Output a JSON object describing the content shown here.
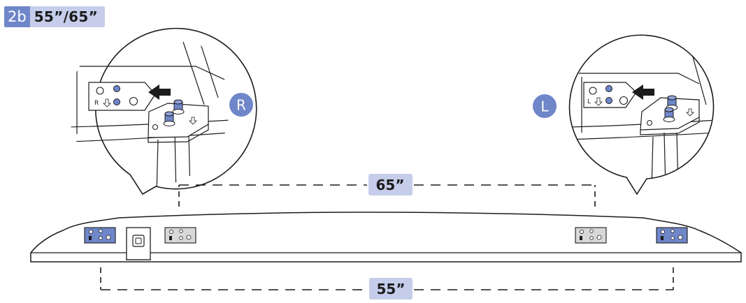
{
  "step": {
    "number": "2b",
    "title": "55”/65”"
  },
  "callouts": [
    {
      "side": "R",
      "port_letter": "R"
    },
    {
      "side": "L",
      "port_letter": "L"
    }
  ],
  "dimensions": {
    "upper": "65”",
    "lower": "55”"
  },
  "colors": {
    "accent_blue": "#6f86c9",
    "label_fill": "#c5cdea",
    "line": "#1c1c1c"
  },
  "icons": [
    "arrow-icon",
    "down-arrow-icon",
    "screw-post-icon"
  ]
}
